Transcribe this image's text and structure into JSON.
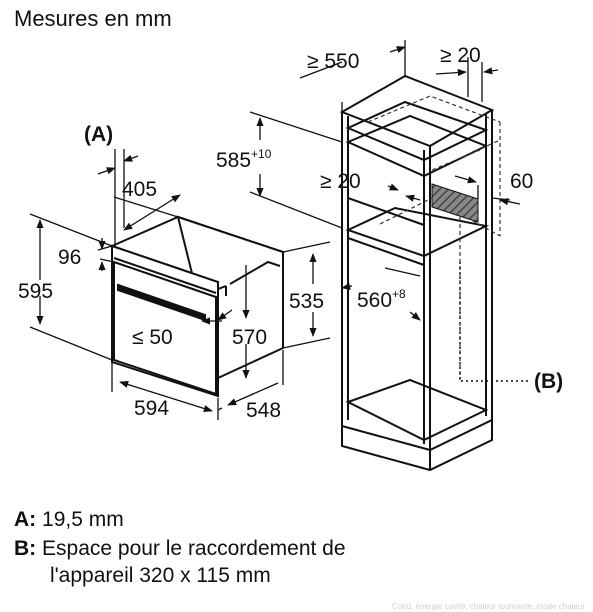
{
  "title": "Mesures en mm",
  "labels": {
    "a_marker": "(A)",
    "b_marker": "(B)",
    "w_405": "405",
    "h_96": "96",
    "h_595": "595",
    "le_50": "≤ 50",
    "h_570": "570",
    "w_594": "594",
    "d_548": "548",
    "h_535": "535",
    "c_550": "≥ 550",
    "c_20_top": "≥ 20",
    "c_585": "585",
    "c_585_sup": "+10",
    "c_20_mid": "≥ 20",
    "c_60": "60",
    "c_560": "560",
    "c_560_sup": "+8"
  },
  "legend": {
    "a_key": "A:",
    "a_text": "19,5 mm",
    "b_key": "B:",
    "b_text_line1": "Espace pour le raccordement de",
    "b_text_line2": "l'appareil 320 x 115 mm"
  },
  "watermark": "Cond. énergie cavité, chaleur tournante, mode chaleur"
}
